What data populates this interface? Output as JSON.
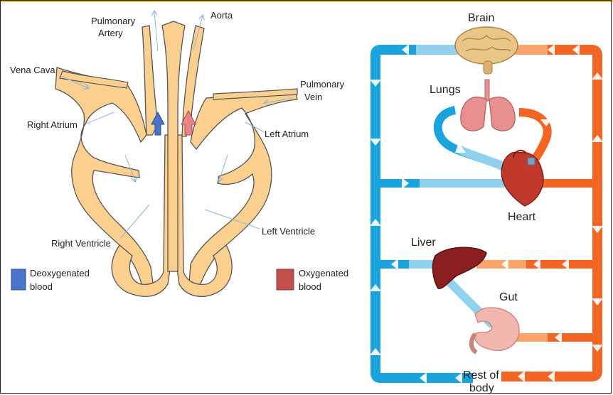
{
  "heart_diagram": {
    "labels": {
      "pulmonary_artery": [
        "Pulmonary",
        "Artery"
      ],
      "aorta": "Aorta",
      "vena_cava": "Vena Cava",
      "pulmonary_vein": [
        "Pulmonary",
        "Vein"
      ],
      "right_atrium": "Right Atrium",
      "left_atrium": "Left Atrium",
      "right_ventricle": "Right Ventricle",
      "left_ventricle": "Left Ventricle"
    },
    "legend": {
      "deoxygenated": [
        "Deoxygenated",
        "blood"
      ],
      "oxygenated": [
        "Oxygenated",
        "blood"
      ]
    },
    "colors": {
      "tissue": "#fbcf8e",
      "outline": "#555555",
      "deoxygenated": "#4a74c9",
      "oxygenated": "#c0504d",
      "arrow": "#8fb2e0"
    }
  },
  "circulation": {
    "labels": {
      "brain": "Brain",
      "lungs": "Lungs",
      "heart": "Heart",
      "liver": "Liver",
      "gut": "Gut",
      "rest_of_body": [
        "Rest of",
        "body"
      ]
    },
    "colors": {
      "blue_vessel": "#1aa3dc",
      "light_blue_vessel": "#8fd1ee",
      "orange_vessel": "#f26522",
      "light_orange_vessel": "#f9a46b",
      "brain": "#e8c685",
      "lungs": "#e8908f",
      "heart": "#c0392b",
      "liver": "#8b1e1e",
      "gut": "#f2b8b0"
    }
  }
}
